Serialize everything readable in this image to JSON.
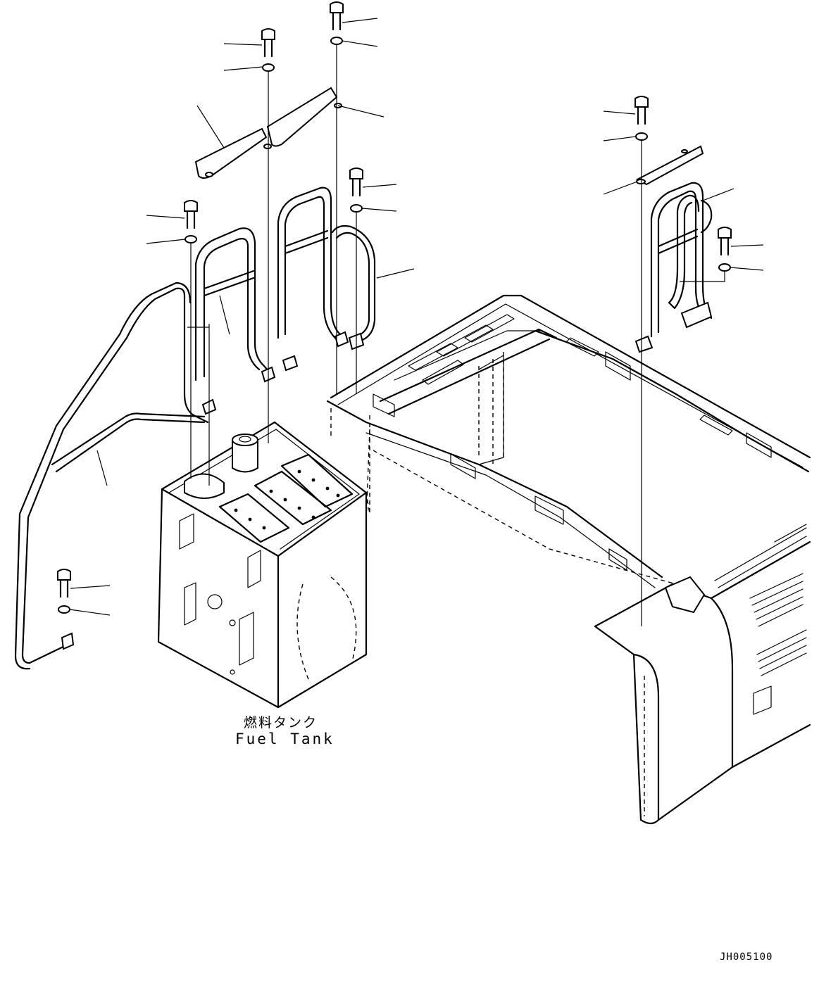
{
  "labels": {
    "fuel_tank_ja": "燃料タンク",
    "fuel_tank_en": "Fuel Tank",
    "drawing_id": "JH005100"
  },
  "colors": {
    "line": "#000000",
    "background": "#ffffff"
  }
}
